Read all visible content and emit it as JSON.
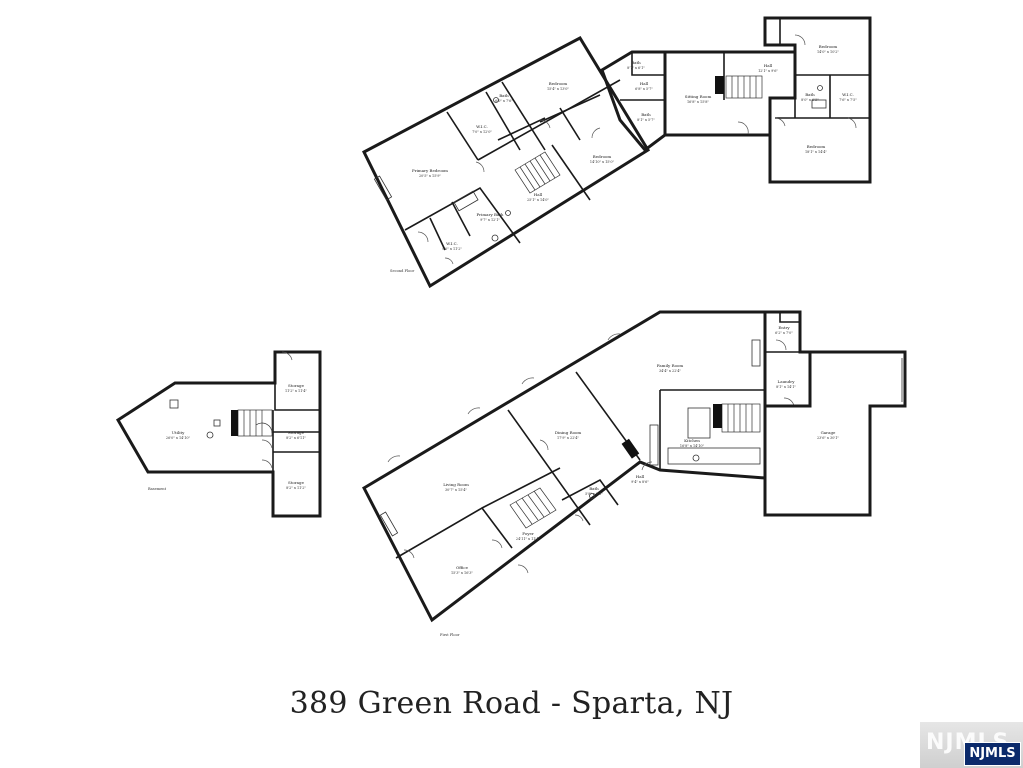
{
  "title": "389 Green Road - Sparta, NJ",
  "watermark": {
    "brand": "NJMLS",
    "badge": "NJMLS"
  },
  "floors": {
    "second": {
      "label": "Second Floor",
      "rooms": {
        "primary_bedroom": {
          "name": "Primary Bedroom",
          "dims": "20'5\" x 15'9\""
        },
        "wic_1": {
          "name": "W.I.C.",
          "dims": "7'0\" x 12'0\""
        },
        "bath_1": {
          "name": "Bath",
          "dims": "6'0\" x 7'6\""
        },
        "bedroom_1": {
          "name": "Bedroom",
          "dims": "15'4\" x 13'0\""
        },
        "hall_1": {
          "name": "Hall",
          "dims": "25'1\" x 14'0\""
        },
        "primary_bath": {
          "name": "Primary Bath",
          "dims": "9'7\" x 12'1\""
        },
        "wic_2": {
          "name": "W.I.C.",
          "dims": "9'0\" x 11'2\""
        },
        "bedroom_2": {
          "name": "Bedroom",
          "dims": "14'10\" x 15'0\""
        },
        "bath_2": {
          "name": "Bath",
          "dims": "8'7\" x 6'1\""
        },
        "hall_2": {
          "name": "Hall",
          "dims": "6'8\" x 5'7\""
        },
        "bath_3": {
          "name": "Bath",
          "dims": "8'1\" x 5'7\""
        },
        "sitting_room": {
          "name": "Sitting Room",
          "dims": "16'8\" x 15'8\""
        },
        "hall_3": {
          "name": "Hall",
          "dims": "12'1\" x 9'6\""
        },
        "bedroom_3": {
          "name": "Bedroom",
          "dims": "14'0\" x 10'2\""
        },
        "bath_4": {
          "name": "Bath",
          "dims": "8'0\" x 6'5\""
        },
        "wic_3": {
          "name": "W.I.C.",
          "dims": "7'6\" x 7'5\""
        },
        "bedroom_4": {
          "name": "Bedroom",
          "dims": "18'1\" x 14'4\""
        }
      }
    },
    "basement": {
      "label": "Basement",
      "rooms": {
        "utility": {
          "name": "Utility",
          "dims": "26'0\" x 14'10\""
        },
        "storage_1": {
          "name": "Storage",
          "dims": "11'2\" x 11'4\""
        },
        "storage_2": {
          "name": "Storage",
          "dims": "8'2\" x 6'11\""
        },
        "storage_3": {
          "name": "Storage",
          "dims": "8'2\" x 11'2\""
        }
      }
    },
    "first": {
      "label": "First Floor",
      "rooms": {
        "living_room": {
          "name": "Living Room",
          "dims": "30'7\" x 15'4\""
        },
        "dining_room": {
          "name": "Dining Room",
          "dims": "17'9\" x 22'4\""
        },
        "family_room": {
          "name": "Family Room",
          "dims": "34'4\" x 22'4\""
        },
        "office": {
          "name": "Office",
          "dims": "15'3\" x 16'3\""
        },
        "foyer": {
          "name": "Foyer",
          "dims": "24'11\" x 11'4\""
        },
        "bath": {
          "name": "Bath",
          "dims": "5'8\" x 5'1\""
        },
        "hall": {
          "name": "Hall",
          "dims": "9'4\" x 8'6\""
        },
        "kitchen": {
          "name": "Kitchen",
          "dims": "16'8\" x 14'10\""
        },
        "entry": {
          "name": "Entry",
          "dims": "6'2\" x 7'0\""
        },
        "laundry": {
          "name": "Laundry",
          "dims": "8'1\" x 14'1\""
        },
        "garage": {
          "name": "Garage",
          "dims": "23'6\" x 30'1\""
        }
      }
    }
  }
}
